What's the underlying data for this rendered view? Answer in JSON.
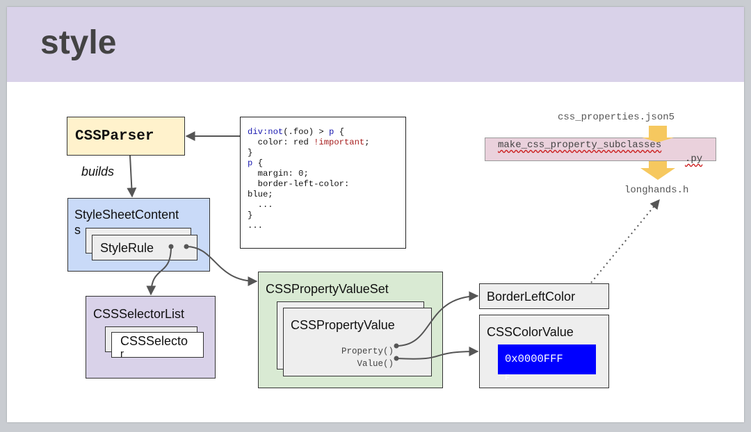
{
  "slide": {
    "title": "style"
  },
  "nodes": {
    "css_parser": "CSSParser",
    "builds_label": "builds",
    "style_sheet_contents_line1": "StyleSheetContent",
    "style_sheet_contents_line2": "s",
    "style_rule": "StyleRule",
    "css_selector_list": "CSSSelectorList",
    "css_selector_line1": "CSSSelecto",
    "css_selector_line2": "r",
    "css_property_value_set": "CSSPropertyValueSet",
    "css_property_value": "CSSPropertyValue",
    "property_method": "Property()",
    "value_method": "Value()",
    "border_left_color": "BorderLeftColor",
    "css_color_value": "CSSColorValue",
    "color_hex_line1": "0x0000FFF",
    "color_hex_line2": "F",
    "json5_file": "css_properties.json5",
    "script_line1": "make_css_property_subclasses",
    "script_line2": ".py",
    "header_file": "longhands.h"
  },
  "code": {
    "l1_sel": "div",
    "l1_pseudo": ":not",
    "l1_rest": "(.foo) > ",
    "l1_p": "p",
    "l1_brace": " {",
    "l2_prop": "  color: red ",
    "l2_imp": "!important",
    "l2_end": ";",
    "l3": "}",
    "l4_p": "p",
    "l4_brace": " {",
    "l5": "  margin: 0;",
    "l6": "  border-left-color:",
    "l7": "blue;",
    "l8": "  ...",
    "l9": "}",
    "l10": "..."
  },
  "colors": {
    "header_bg": "#d9d2e9",
    "parser_bg": "#fff2cc",
    "stylesheet_bg": "#c9daf8",
    "selector_list_bg": "#d9d2e9",
    "property_set_bg": "#d9ead3",
    "script_bg": "#ead1dc",
    "color_swatch": "#0000ff",
    "arrow_yellow": "#f6c85f"
  }
}
